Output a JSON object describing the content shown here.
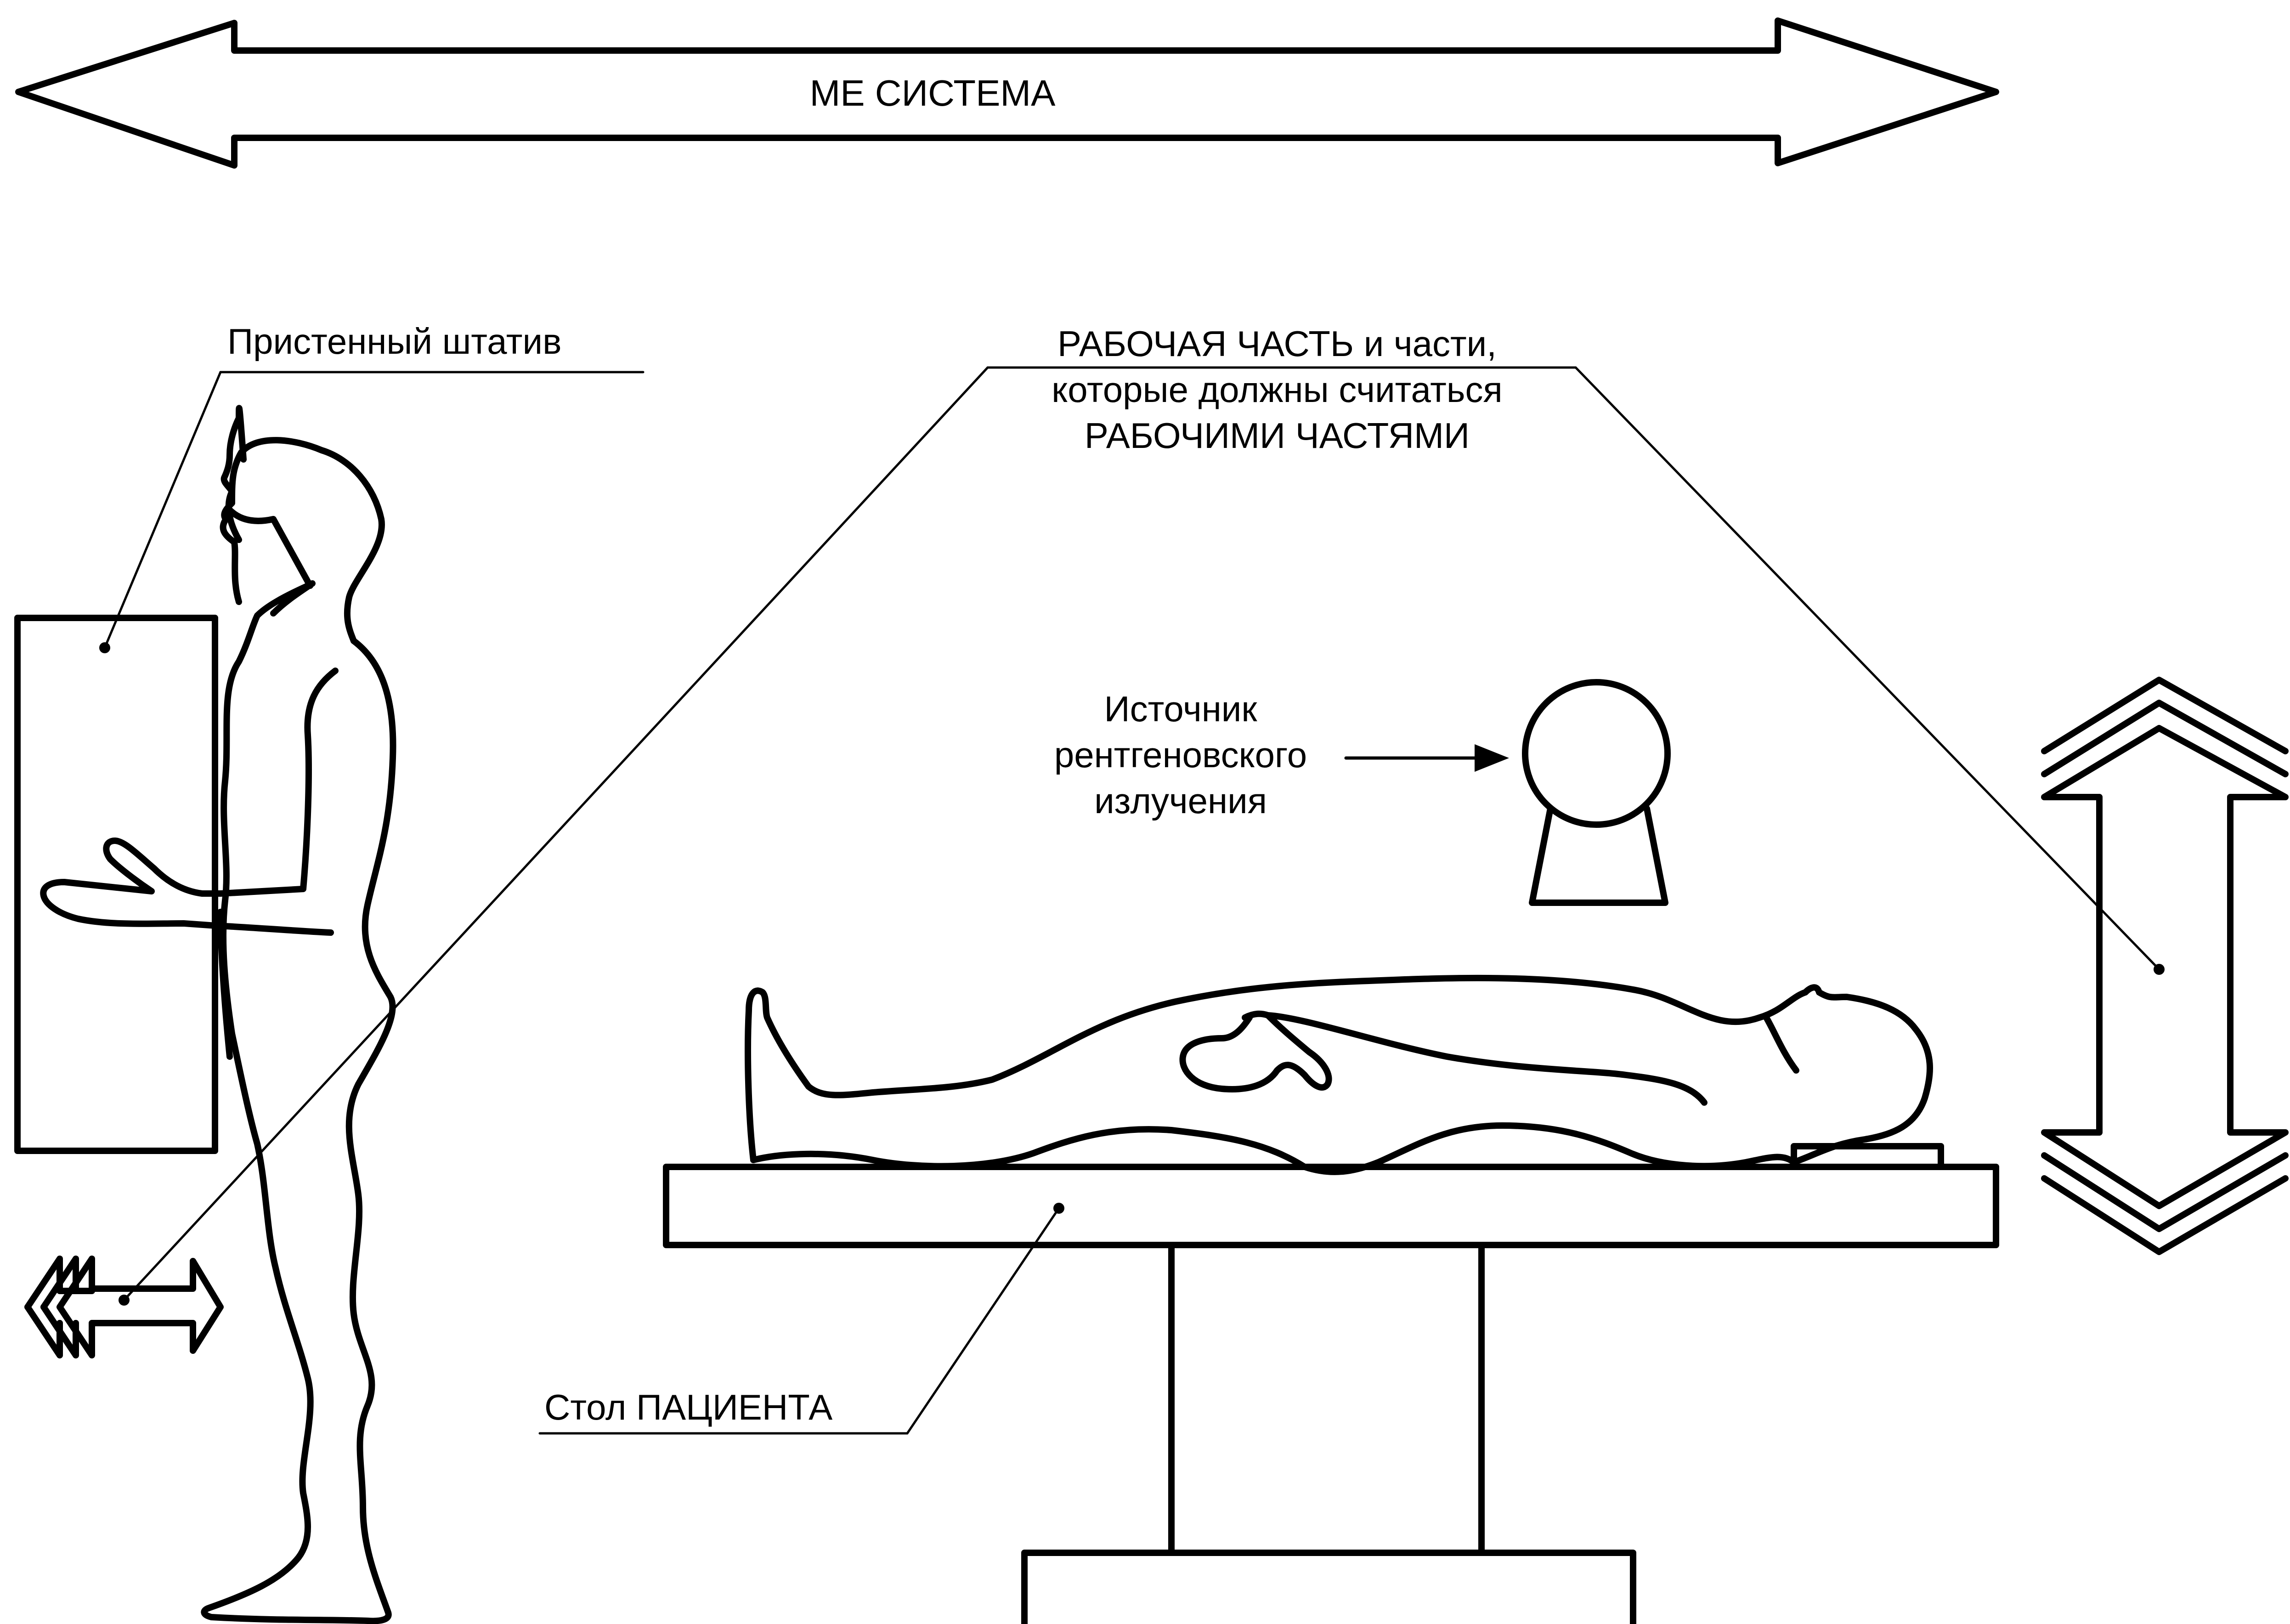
{
  "title_arrow": {
    "label": "МЕ СИСТЕМА"
  },
  "labels": {
    "wall_stand": "Пристенный штатив",
    "applied_part": [
      "РАБОЧАЯ ЧАСТЬ и части,",
      "которые должны считаться",
      "РАБОЧИМИ ЧАСТЯМИ"
    ],
    "xray_source": [
      "Источник",
      "рентгеновского",
      "излучения"
    ],
    "patient_table": "Стол ПАЦИЕНТА"
  },
  "colors": {
    "ink": "#000000",
    "background": "#ffffff"
  }
}
